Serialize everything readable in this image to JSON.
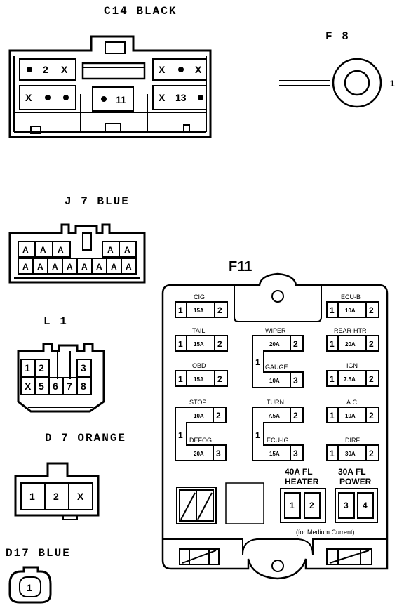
{
  "connectors": {
    "c14": {
      "title": "C14  BLACK",
      "top_left": [
        "2",
        "X"
      ],
      "top_right": [
        "X",
        "X"
      ],
      "bottom_left": [
        "X"
      ],
      "center": [
        "11"
      ],
      "bottom_right": [
        "X",
        "13"
      ]
    },
    "f8": {
      "title": "F 8",
      "pin": "1"
    },
    "j7": {
      "title": "J 7  BLUE",
      "top_row": [
        "A",
        "A",
        "A",
        "A",
        "A"
      ],
      "bottom_row": [
        "A",
        "A",
        "A",
        "A",
        "A",
        "A",
        "A",
        "A"
      ]
    },
    "l1": {
      "title": "L 1",
      "top_row": [
        "1",
        "2",
        "3"
      ],
      "bottom_row": [
        "X",
        "5",
        "6",
        "7",
        "8"
      ]
    },
    "d7": {
      "title": "D 7  ORANGE",
      "pins": [
        "1",
        "2",
        "X"
      ]
    },
    "d17": {
      "title": "D17  BLUE",
      "pin": "1"
    }
  },
  "fusebox": {
    "title": "F11",
    "fuses": {
      "cig": {
        "name": "CIG",
        "amp": "15A",
        "pin_a": "1",
        "pin_b": "2"
      },
      "tail": {
        "name": "TAIL",
        "amp": "15A",
        "pin_a": "1",
        "pin_b": "2"
      },
      "obd": {
        "name": "OBD",
        "amp": "15A",
        "pin_a": "1",
        "pin_b": "2"
      },
      "wiper": {
        "name": "WIPER",
        "amp": "20A",
        "pin": "2"
      },
      "gauge": {
        "name": "GAUGE",
        "amp": "10A",
        "pin": "3"
      },
      "wg_common": "1",
      "stop": {
        "name": "STOP",
        "amp": "10A",
        "pin": "2"
      },
      "defog": {
        "name": "DEFOG",
        "amp": "20A",
        "pin": "3"
      },
      "sd_common": "1",
      "turn": {
        "name": "TURN",
        "amp": "7.5A",
        "pin": "2"
      },
      "ecuig": {
        "name": "ECU-IG",
        "amp": "15A",
        "pin": "3"
      },
      "te_common": "1",
      "ecub": {
        "name": "ECU-B",
        "amp": "10A",
        "pin_a": "1",
        "pin_b": "2"
      },
      "rearhtr": {
        "name": "REAR-HTR",
        "amp": "20A",
        "pin_a": "1",
        "pin_b": "2"
      },
      "ign": {
        "name": "IGN",
        "amp": "7.5A",
        "pin_a": "1",
        "pin_b": "2"
      },
      "ac": {
        "name": "A.C",
        "amp": "10A",
        "pin_a": "1",
        "pin_b": "2"
      },
      "dirf": {
        "name": "DIRF",
        "amp": "30A",
        "pin_a": "1",
        "pin_b": "2"
      }
    },
    "fl_heater": {
      "line1": "40A FL",
      "line2": "HEATER",
      "pin_a": "1",
      "pin_b": "2"
    },
    "fl_power": {
      "line1": "30A FL",
      "line2": "POWER",
      "pin_a": "3",
      "pin_b": "4"
    },
    "note": "(for Medium Current)"
  }
}
